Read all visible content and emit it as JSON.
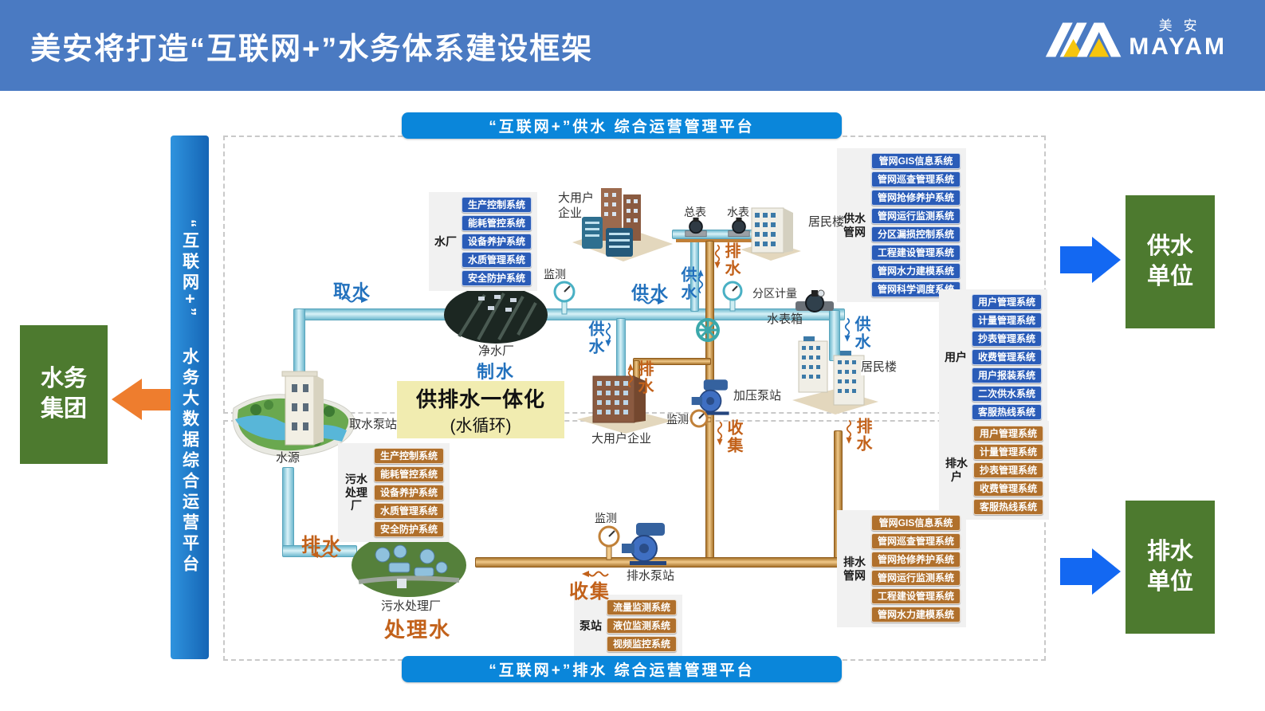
{
  "header": {
    "title": "美安将打造“互联网+”水务体系建设框架",
    "logo_cn": "美安",
    "logo_en": "MAYAM"
  },
  "platforms": {
    "supply": "“互联网+”供水  综合运营管理平台",
    "drain": "“互联网+”排水  综合运营管理平台"
  },
  "left_bar": {
    "part1": "“互联网+”",
    "part2": "水务大数据综合运营平台"
  },
  "side_boxes": {
    "water_group": "水务集团",
    "supply_unit": "供水单位",
    "drain_unit": "排水单位"
  },
  "center_box": {
    "line1": "供排水一体化",
    "line2": "(水循环)"
  },
  "groups": {
    "water_plant": {
      "label": "水厂",
      "items": [
        "生产控制系统",
        "能耗管控系统",
        "设备养护系统",
        "水质管理系统",
        "安全防护系统"
      ]
    },
    "supply_network": {
      "label": "供水管网",
      "items": [
        "管网GIS信息系统",
        "管网巡查管理系统",
        "管网抢修养护系统",
        "管网运行监测系统",
        "分区漏损控制系统",
        "工程建设管理系统",
        "管网水力建模系统",
        "管网科学调度系统"
      ]
    },
    "supply_users": {
      "label": "用户",
      "items": [
        "用户管理系统",
        "计量管理系统",
        "抄表管理系统",
        "收费管理系统",
        "用户报装系统",
        "二次供水系统",
        "客服热线系统"
      ]
    },
    "drain_users": {
      "label": "排水户",
      "items": [
        "用户管理系统",
        "计量管理系统",
        "抄表管理系统",
        "收费管理系统",
        "客服热线系统"
      ]
    },
    "drain_network": {
      "label": "排水管网",
      "items": [
        "管网GIS信息系统",
        "管网巡查管理系统",
        "管网抢修养护系统",
        "管网运行监测系统",
        "工程建设管理系统",
        "管网水力建模系统"
      ]
    },
    "sewage_plant": {
      "label": "污水处理厂",
      "items": [
        "生产控制系统",
        "能耗管控系统",
        "设备养护系统",
        "水质管理系统",
        "安全防护系统"
      ]
    },
    "pump_station": {
      "label": "泵站",
      "items": [
        "流量监测系统",
        "液位监测系统",
        "视频监控系统"
      ]
    }
  },
  "flow": {
    "intake": "取水",
    "supply": "供水",
    "make_water": "制水",
    "drain": "排水",
    "collect": "收集",
    "treated_water": "处理水",
    "monitor": "监测",
    "district_metering": "分区计量"
  },
  "nodes": {
    "big_user": "大用户企业",
    "master_meter": "总表",
    "water_meter": "水表",
    "residential": "居民楼",
    "clean_water_plant": "净水厂",
    "intake_pump_station": "取水泵站",
    "water_source": "水源",
    "pressure_pump_station": "加压泵站",
    "meter_box": "水表箱",
    "sewage_treatment_plant": "污水处理厂",
    "drain_pump_station": "排水泵站"
  },
  "colors": {
    "header_bg": "#4a7ac2",
    "banner_bg": "#0a86da",
    "chip_blue": "#2a5cb8",
    "chip_orange": "#b0702c",
    "green_box": "#4d7a2f",
    "orange_arrow": "#ee7d2e",
    "blue_arrow": "#1368f2",
    "yellow_box": "#f1ecb0",
    "flow_blue": "#2271bd",
    "flow_orange": "#c2611a"
  }
}
